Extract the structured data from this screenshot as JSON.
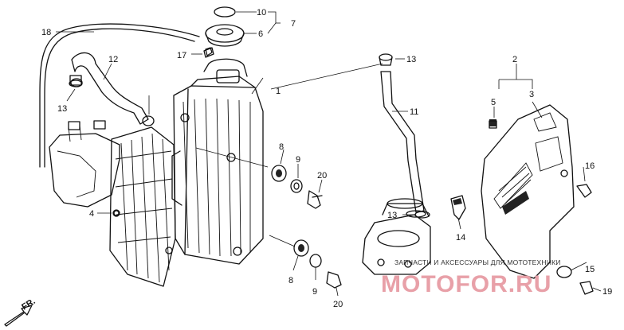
{
  "diagram": {
    "callouts": [
      "18",
      "12",
      "13",
      "10",
      "7",
      "6",
      "17",
      "1",
      "13",
      "11",
      "2",
      "3",
      "5",
      "8",
      "9",
      "20",
      "16",
      "4",
      "13",
      "14",
      "15",
      "8",
      "9",
      "20",
      "19"
    ],
    "direction_label": "FR.",
    "watermark": {
      "tagline": "ЗАПЧАСТИ И АКСЕССУАРЫ ДЛЯ МОТОТЕХНИКИ",
      "logo": "MOTOFOR.RU"
    }
  }
}
